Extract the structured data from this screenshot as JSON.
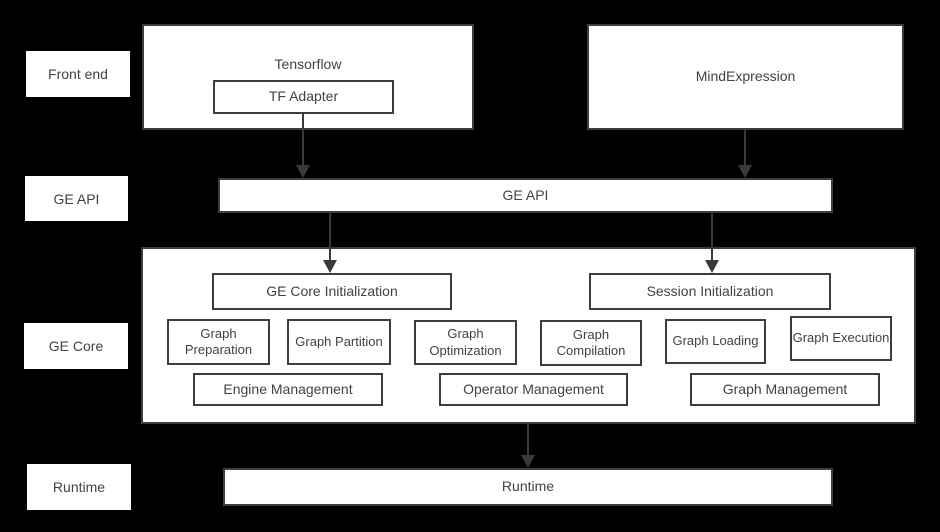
{
  "colors": {
    "background": "#000000",
    "box_fill": "#ffffff",
    "border": "#3d3d3d",
    "text": "#424242",
    "arrow": "#3a3a3a"
  },
  "side_labels": {
    "front_end": "Front end",
    "ge_api": "GE API",
    "ge_core": "GE Core",
    "runtime": "Runtime"
  },
  "boxes": {
    "tensorflow": "Tensorflow",
    "tf_adapter": "TF Adapter",
    "mind_expression": "MindExpression",
    "ge_api": "GE API",
    "ge_core_initialization": "GE Core Initialization",
    "session_initialization": "Session Initialization",
    "graph_preparation": "Graph Preparation",
    "graph_partition": "Graph Partition",
    "graph_optimization": "Graph Optimization",
    "graph_compilation": "Graph Compilation",
    "graph_loading": "Graph Loading",
    "graph_execution": "Graph Execution",
    "engine_management": "Engine Management",
    "operator_management": "Operator Management",
    "graph_management": "Graph Management",
    "runtime": "Runtime"
  },
  "connections": [
    {
      "from": "TF Adapter",
      "to": "GE API"
    },
    {
      "from": "MindExpression",
      "to": "GE API"
    },
    {
      "from": "GE API",
      "to": "GE Core Initialization"
    },
    {
      "from": "GE API",
      "to": "Session Initialization"
    },
    {
      "from": "GE Core",
      "to": "Runtime"
    }
  ]
}
